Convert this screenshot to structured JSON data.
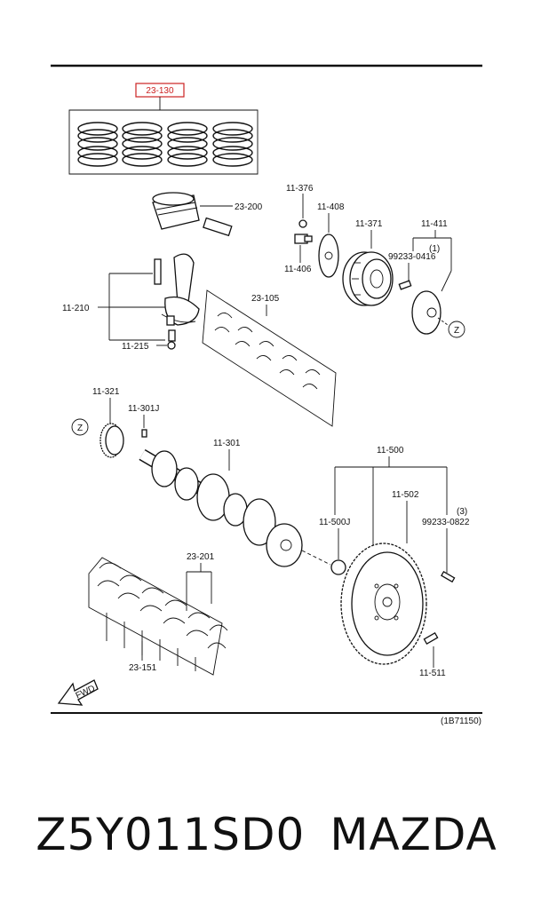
{
  "labels": {
    "l23_130": "23-130",
    "l23_200": "23-200",
    "l11_376": "11-376",
    "l11_408": "11-408",
    "l11_371": "11-371",
    "l11_411": "11-411",
    "l11_406": "11-406",
    "l99233_0416": "99233-0416",
    "l1": "(1)",
    "l11_210": "11-210",
    "l23_105": "23-105",
    "l11_215": "11-215",
    "l11_321": "11-321",
    "l11_301j": "11-301J",
    "l11_301": "11-301",
    "l11_500": "11-500",
    "l11_502": "11-502",
    "l11_500j": "11-500J",
    "l99233_0822": "99233-0822",
    "l3": "(3)",
    "l23_201": "23-201",
    "l23_151": "23-151",
    "l11_511": "11-511",
    "z_top": "Z",
    "z_bottom": "Z",
    "fwd": "FWD",
    "ref": "(1B71150)"
  },
  "caption": {
    "part_number": "Z5Y011SD0",
    "brand": "MAZDA"
  },
  "colors": {
    "highlight": "#cc2222",
    "ink": "#111111"
  }
}
